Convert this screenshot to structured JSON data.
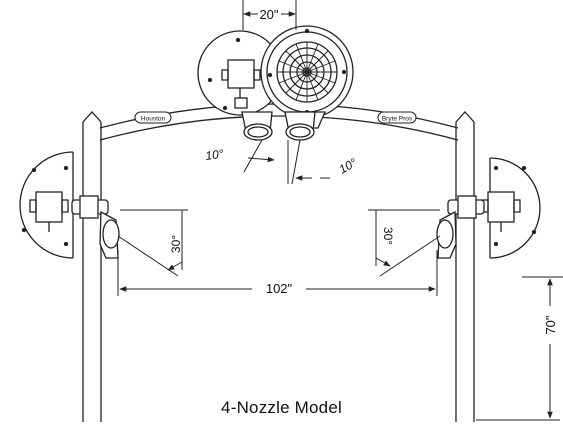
{
  "caption": "4-Nozzle Model",
  "dimensions": {
    "nozzle_spacing": "20\"",
    "post_spacing": "102\"",
    "height": "70\"",
    "left_top_angle": "10°",
    "right_top_angle": "10°",
    "left_side_angle": "30°",
    "right_side_angle": "30°"
  },
  "labels": {
    "plate_left": "Houston",
    "plate_right": "Bryte Pros"
  },
  "colors": {
    "line": "#222222",
    "background": "#ffffff"
  }
}
